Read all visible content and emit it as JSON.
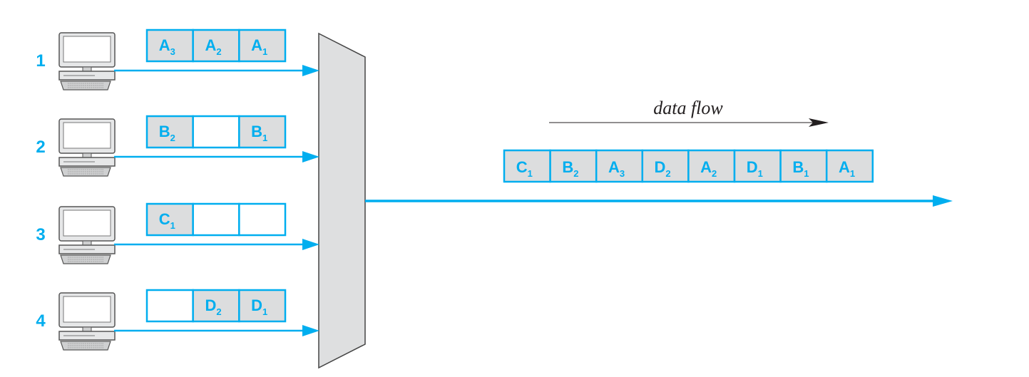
{
  "diagram": {
    "colors": {
      "accent": "#00AEEF",
      "slot_fill": "#DCDDDE",
      "mux_fill": "#DEDFE0",
      "outline": "#444444",
      "dark": "#231F20",
      "computer_case": "#E6E7E8"
    },
    "flow_label": "data flow",
    "stations": [
      {
        "number": "1",
        "slots": [
          {
            "letter": "A",
            "sub": "3"
          },
          {
            "letter": "A",
            "sub": "2"
          },
          {
            "letter": "A",
            "sub": "1"
          }
        ]
      },
      {
        "number": "2",
        "slots": [
          {
            "letter": "B",
            "sub": "2"
          },
          null,
          {
            "letter": "B",
            "sub": "1"
          }
        ]
      },
      {
        "number": "3",
        "slots": [
          {
            "letter": "C",
            "sub": "1"
          },
          null,
          null
        ]
      },
      {
        "number": "4",
        "slots": [
          null,
          {
            "letter": "D",
            "sub": "2"
          },
          {
            "letter": "D",
            "sub": "1"
          }
        ]
      }
    ],
    "output_frame": [
      {
        "letter": "C",
        "sub": "1"
      },
      {
        "letter": "B",
        "sub": "2"
      },
      {
        "letter": "A",
        "sub": "3"
      },
      {
        "letter": "D",
        "sub": "2"
      },
      {
        "letter": "A",
        "sub": "2"
      },
      {
        "letter": "D",
        "sub": "1"
      },
      {
        "letter": "B",
        "sub": "1"
      },
      {
        "letter": "A",
        "sub": "1"
      }
    ]
  }
}
